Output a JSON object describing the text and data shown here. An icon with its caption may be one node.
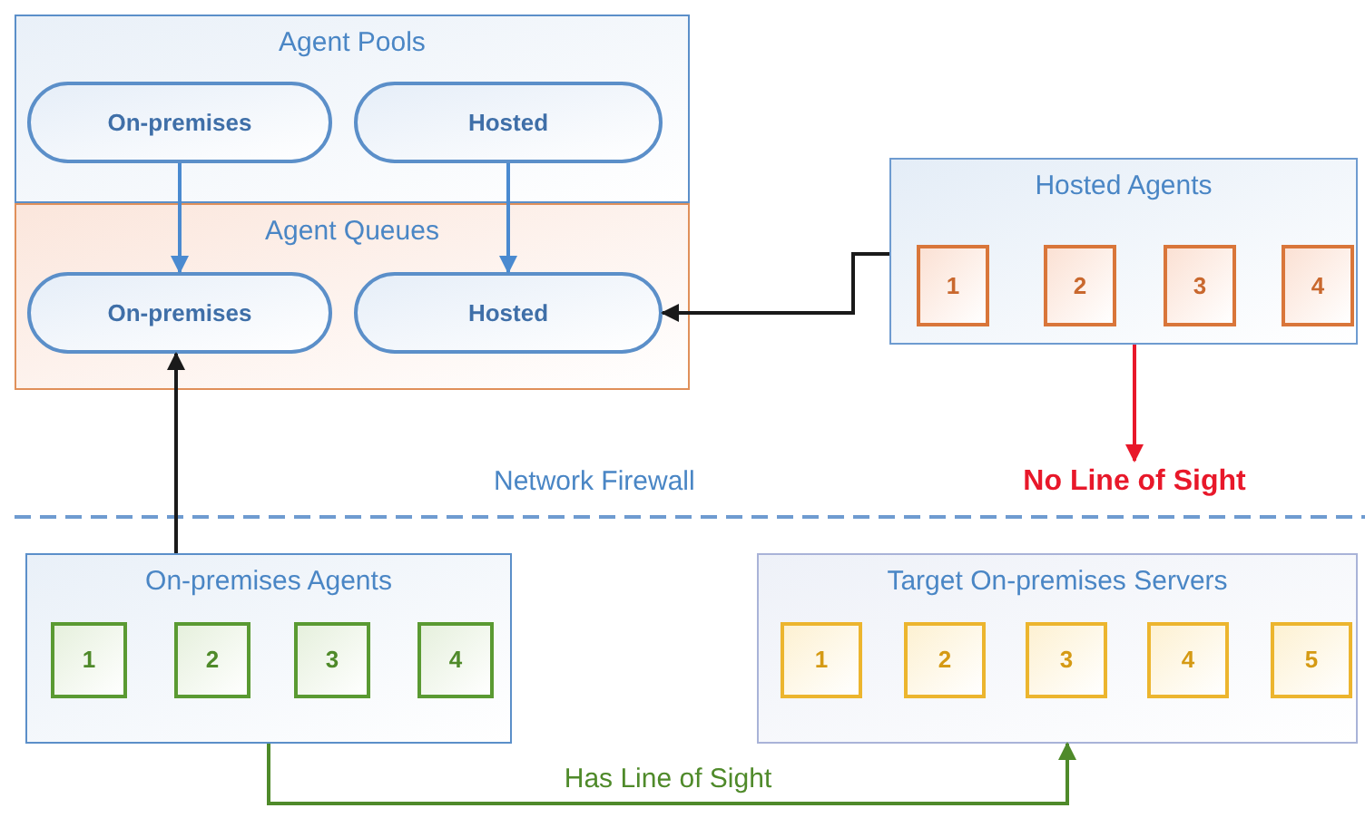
{
  "diagram": {
    "nodes": [
      {
        "text": [
          "Agent Pools"
        ]
      },
      {
        "text": [
          "On-premises"
        ],
        "in": 0
      },
      {
        "text": [
          "Hosted"
        ],
        "in": 0
      },
      {
        "text": [
          "Agent Queues"
        ]
      },
      {
        "text": [
          "On-premises"
        ],
        "in": 3
      },
      {
        "text": [
          "Hosted"
        ],
        "in": 3
      },
      {
        "text": [
          "Hosted Agents"
        ]
      },
      {
        "text": [
          "1"
        ],
        "in": 6
      },
      {
        "text": [
          "2"
        ],
        "in": 6
      },
      {
        "text": [
          "3"
        ],
        "in": 6
      },
      {
        "text": [
          "4"
        ],
        "in": 6
      },
      {
        "text": [
          "No Line of Sight"
        ]
      },
      {
        "text": [
          "On-premises Agents"
        ]
      },
      {
        "text": [
          "1"
        ],
        "in": 12
      },
      {
        "text": [
          "2"
        ],
        "in": 12
      },
      {
        "text": [
          "3"
        ],
        "in": 12
      },
      {
        "text": [
          "4"
        ],
        "in": 12
      },
      {
        "text": [
          "Target On-premises Servers"
        ]
      },
      {
        "text": [
          "1"
        ],
        "in": 17
      },
      {
        "text": [
          "2"
        ],
        "in": 17
      },
      {
        "text": [
          "3"
        ],
        "in": 17
      },
      {
        "text": [
          "4"
        ],
        "in": 17
      },
      {
        "text": [
          "5"
        ],
        "in": 17
      }
    ],
    "edges": [
      {
        "from": 1,
        "to": 4,
        "arrow": "to",
        "color": "#4a8ad0"
      },
      {
        "from": 2,
        "to": 5,
        "arrow": "to",
        "color": "#4a8ad0"
      },
      {
        "from": 6,
        "to": 5,
        "arrow": "to",
        "color": "#1a1a1a"
      },
      {
        "from": 12,
        "to": 4,
        "arrow": "to",
        "color": "#1a1a1a"
      },
      {
        "from": 6,
        "to": 11,
        "arrow": "to",
        "color": "#e8182a"
      },
      {
        "from": 12,
        "to": 17,
        "label": "Has Line of Sight",
        "arrow": "to",
        "color": "#4f8a2a"
      }
    ],
    "labels": [
      "Network Firewall"
    ]
  }
}
